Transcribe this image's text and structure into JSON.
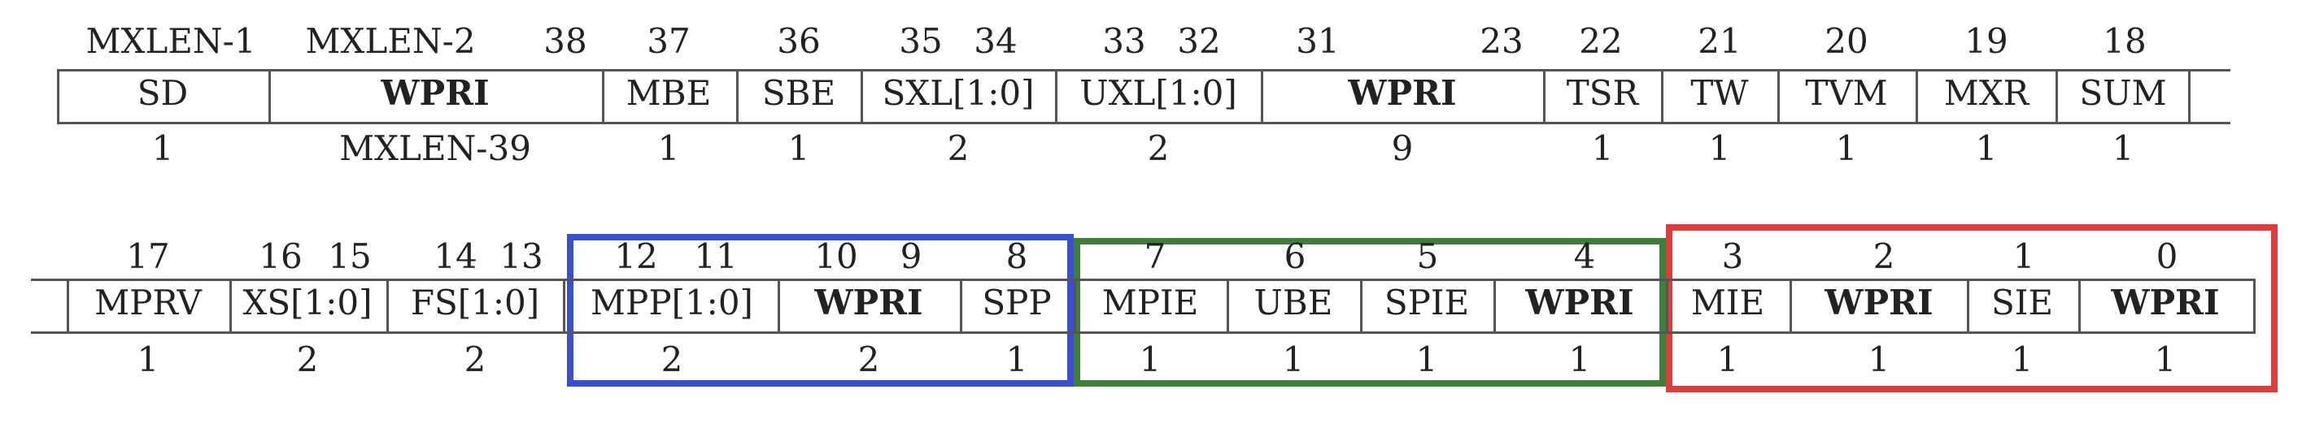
{
  "row1": {
    "top_labels": [
      "MXLEN-1",
      "MXLEN-2",
      "38",
      "37",
      "36",
      "35",
      "34",
      "33",
      "32",
      "31",
      "23",
      "22",
      "21",
      "20",
      "19",
      "18"
    ],
    "fields": [
      {
        "name": "SD",
        "bold": false
      },
      {
        "name": "WPRI",
        "bold": true
      },
      {
        "name": "MBE",
        "bold": false
      },
      {
        "name": "SBE",
        "bold": false
      },
      {
        "name": "SXL[1:0]",
        "bold": false
      },
      {
        "name": "UXL[1:0]",
        "bold": false
      },
      {
        "name": "WPRI",
        "bold": true
      },
      {
        "name": "TSR",
        "bold": false
      },
      {
        "name": "TW",
        "bold": false
      },
      {
        "name": "TVM",
        "bold": false
      },
      {
        "name": "MXR",
        "bold": false
      },
      {
        "name": "SUM",
        "bold": false
      }
    ],
    "widths": [
      "1",
      "MXLEN-39",
      "1",
      "1",
      "2",
      "2",
      "9",
      "1",
      "1",
      "1",
      "1",
      "1"
    ]
  },
  "row2": {
    "top_labels": [
      "17",
      "16",
      "15",
      "14",
      "13",
      "12",
      "11",
      "10",
      "9",
      "8",
      "7",
      "6",
      "5",
      "4",
      "3",
      "2",
      "1",
      "0"
    ],
    "fields": [
      {
        "name": "MPRV",
        "bold": false
      },
      {
        "name": "XS[1:0]",
        "bold": false
      },
      {
        "name": "FS[1:0]",
        "bold": false
      },
      {
        "name": "MPP[1:0]",
        "bold": false
      },
      {
        "name": "WPRI",
        "bold": true
      },
      {
        "name": "SPP",
        "bold": false
      },
      {
        "name": "MPIE",
        "bold": false
      },
      {
        "name": "UBE",
        "bold": false
      },
      {
        "name": "SPIE",
        "bold": false
      },
      {
        "name": "WPRI",
        "bold": true
      },
      {
        "name": "MIE",
        "bold": false
      },
      {
        "name": "WPRI",
        "bold": true
      },
      {
        "name": "SIE",
        "bold": false
      },
      {
        "name": "WPRI",
        "bold": true
      }
    ],
    "widths": [
      "1",
      "2",
      "2",
      "2",
      "2",
      "1",
      "1",
      "1",
      "1",
      "1",
      "1",
      "1",
      "1",
      "1"
    ]
  },
  "highlight_colors": {
    "blue": "#3a4fd0",
    "green": "#3f7f3a",
    "red": "#e03a3a"
  }
}
